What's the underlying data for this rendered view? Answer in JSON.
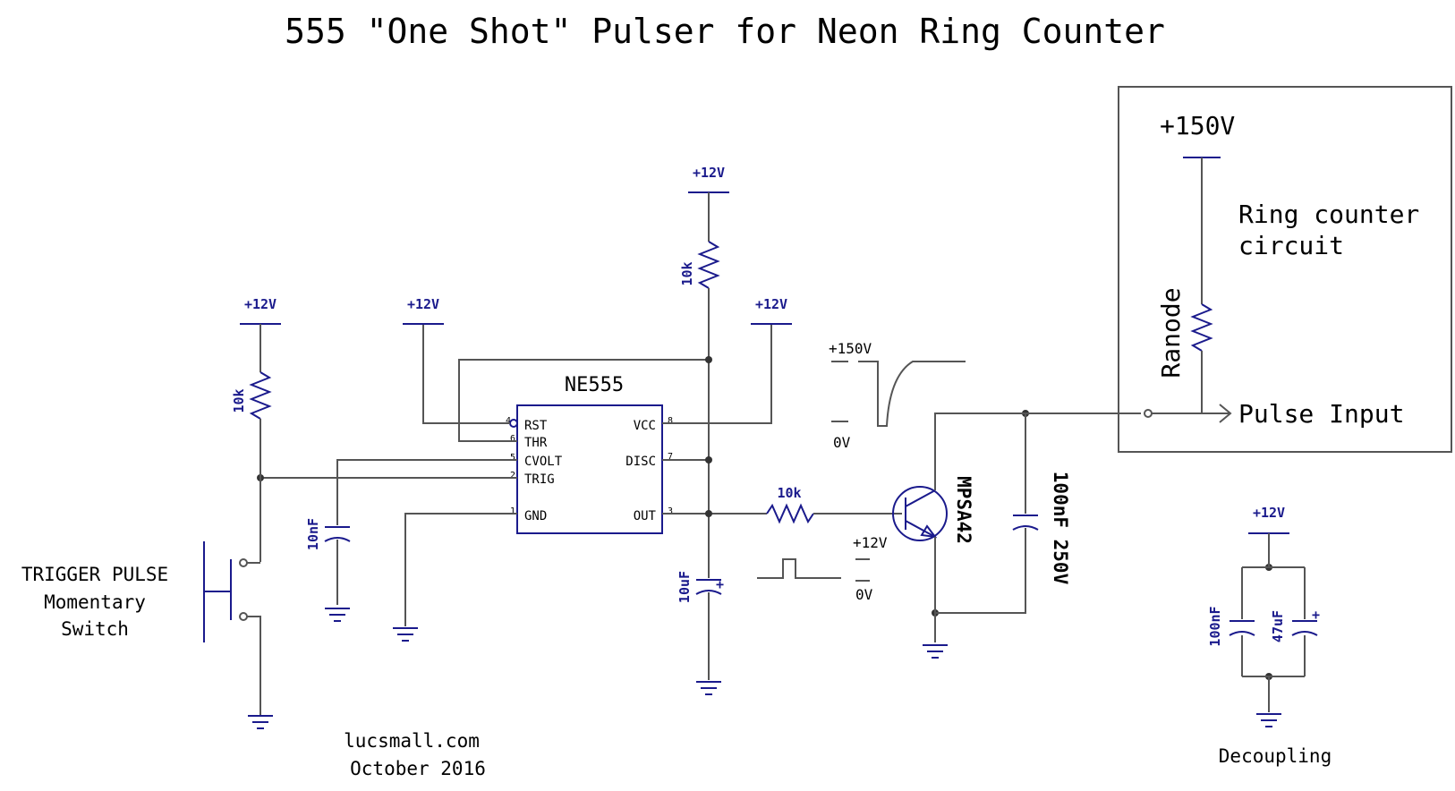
{
  "title": "555 \"One Shot\" Pulser for Neon Ring Counter",
  "ic": {
    "name": "NE555",
    "pins_left": [
      {
        "num": "4",
        "label": "RST"
      },
      {
        "num": "6",
        "label": "THR"
      },
      {
        "num": "5",
        "label": "CVOLT"
      },
      {
        "num": "2",
        "label": "TRIG"
      },
      {
        "num": "1",
        "label": "GND"
      }
    ],
    "pins_right": [
      {
        "num": "8",
        "label": "VCC"
      },
      {
        "num": "7",
        "label": "DISC"
      },
      {
        "num": "3",
        "label": "OUT"
      }
    ]
  },
  "supplies": {
    "v12": "+12V",
    "v150": "+150V"
  },
  "components": {
    "r_trigger": "10k",
    "r_disc": "10k",
    "r_base": "10k",
    "c_cvolt": "10nF",
    "c_timing": "10uF",
    "c_hv": "100nF 250V",
    "transistor": "MPSA42",
    "c_dec1": "100nF",
    "c_dec2": "47uF",
    "plus": "+"
  },
  "switch_label": {
    "line1": "TRIGGER PULSE",
    "line2": "Momentary",
    "line3": "Switch"
  },
  "waveforms": {
    "hv_high": "+150V",
    "hv_low": "0V",
    "lv_high": "+12V",
    "lv_low": "0V"
  },
  "ring_counter": {
    "supply": "+150V",
    "label_line1": "Ring counter",
    "label_line2": "circuit",
    "resistor": "Ranode",
    "input": "Pulse Input"
  },
  "decoupling_label": "Decoupling",
  "credit": {
    "site": "lucsmall.com",
    "date": "October 2016"
  }
}
